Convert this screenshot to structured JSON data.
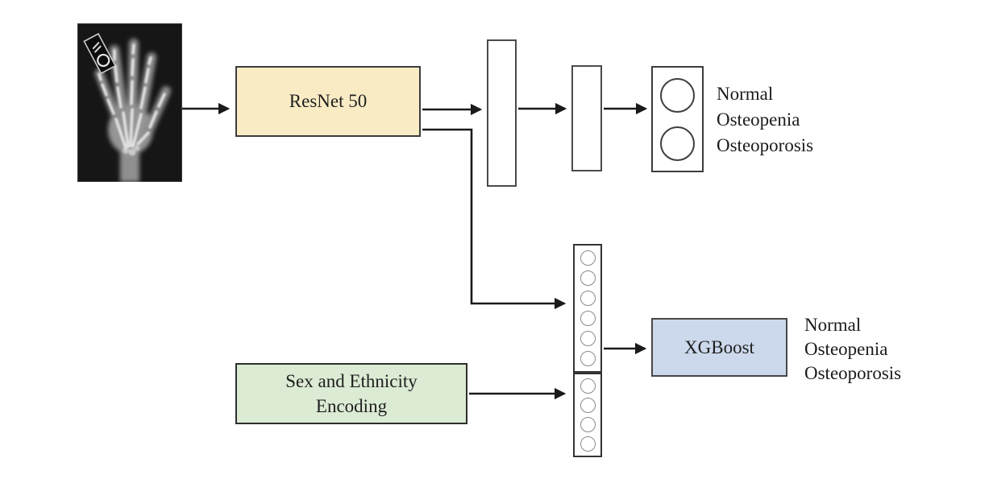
{
  "figure": {
    "kind": "pipeline-diagram",
    "input_icon": "hand-xray-image"
  },
  "blocks": {
    "resnet": {
      "label": "ResNet 50",
      "fill": "#f9ecc5"
    },
    "encoding": {
      "line1": "Sex and Ethnicity",
      "line2": "Encoding",
      "fill": "#dcebd4"
    },
    "xgboost": {
      "label": "XGBoost",
      "fill": "#ccd9ec"
    }
  },
  "vectors": {
    "softmax_circles": 2,
    "image_feature_circles": 6,
    "encoding_feature_circles": 4
  },
  "outputs": {
    "cnn_labels": [
      "Normal",
      "Osteopenia",
      "Osteoporosis"
    ],
    "xgb_labels": [
      "Normal",
      "Osteopenia",
      "Osteoporosis"
    ]
  },
  "colors": {
    "wire": "#1a1a1a",
    "box_border": "#3c3c3c",
    "circle_border": "#8a8a8a",
    "xray_background": "#161616"
  }
}
